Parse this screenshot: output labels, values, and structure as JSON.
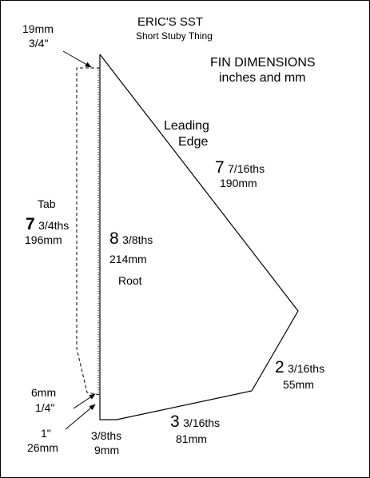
{
  "header": {
    "title": "ERIC'S SST",
    "subtitle": "Short Stuby Thing"
  },
  "heading": {
    "line1": "FIN DIMENSIONS",
    "line2": "inches and mm"
  },
  "labels": {
    "tab_top_mm": "19mm",
    "tab_top_in": "3/4\"",
    "leading_line1": "Leading",
    "leading_line2": "Edge",
    "leading_whole": "7",
    "leading_frac": "7/16ths",
    "leading_mm": "190mm",
    "tab_label": "Tab",
    "tab_whole": "7",
    "tab_frac": "3/4ths",
    "tab_mm": "196mm",
    "root_whole": "8",
    "root_frac": "3/8ths",
    "root_mm": "214mm",
    "root_label": "Root",
    "tip_whole": "2",
    "tip_frac": "3/16ths",
    "tip_mm": "55mm",
    "tab_bottom_mm": "6mm",
    "tab_bottom_in": "1/4\"",
    "offset_in": "1\"",
    "offset_mm": "26mm",
    "bottom_in": "3/8ths",
    "bottom_mm": "9mm",
    "trailing_whole": "3",
    "trailing_frac": "3/16ths",
    "trailing_mm": "81mm"
  },
  "colors": {
    "line": "#000000",
    "background": "#ffffff"
  }
}
